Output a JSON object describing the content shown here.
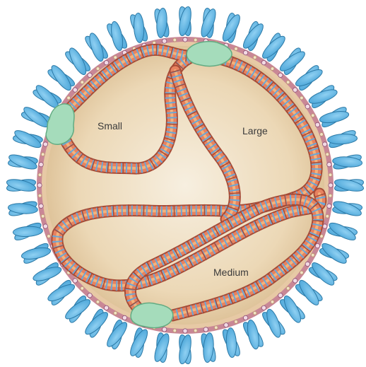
{
  "labels": {
    "small": "Small",
    "large": "Large",
    "medium": "Medium"
  },
  "colors": {
    "background": "#ffffff",
    "spike": "#5ab3e2",
    "spike_outline": "#2c79a6",
    "envelope": "#c97f90",
    "matrix_dot": "#e9c9a6",
    "interior_center": "#f6ecd8",
    "interior_edge": "#dcc198",
    "bead_fill": "#e7825f",
    "bead_outline": "#a64b37",
    "bead_stripe": "#6aa7d8",
    "polymerase": "#9dd8b4",
    "polymerase_outline": "#5fa87e"
  },
  "icons": [
    "viral-spike-icon",
    "polymerase-complex-icon",
    "ribonucleoprotein-segment-icon"
  ]
}
